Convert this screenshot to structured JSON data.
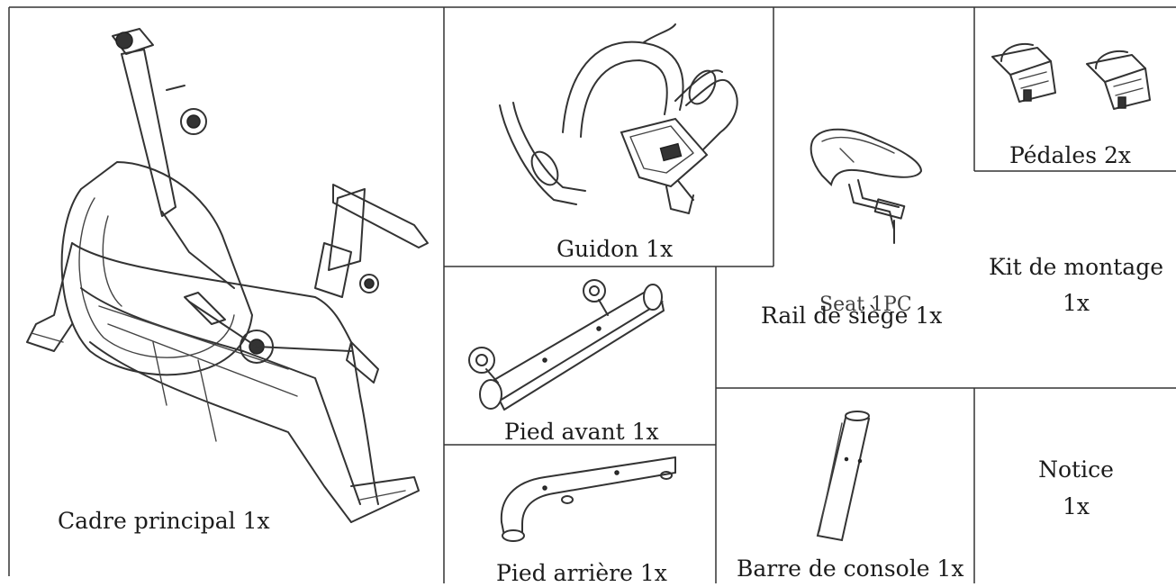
{
  "parts": {
    "main_frame": "Cadre principal 1x",
    "handlebar": "Guidon 1x",
    "seat_overlay": "Seat  1PC",
    "seat_rail": "Rail de siège 1x",
    "pedals": "Pédales 2x",
    "mount_kit_line1": "Kit de montage",
    "mount_kit_line2": "1x",
    "front_foot": "Pied avant 1x",
    "rear_foot": "Pied arrière 1x",
    "console_bar": "Barre de console 1x",
    "manual_line1": "Notice",
    "manual_line2": "1x"
  }
}
